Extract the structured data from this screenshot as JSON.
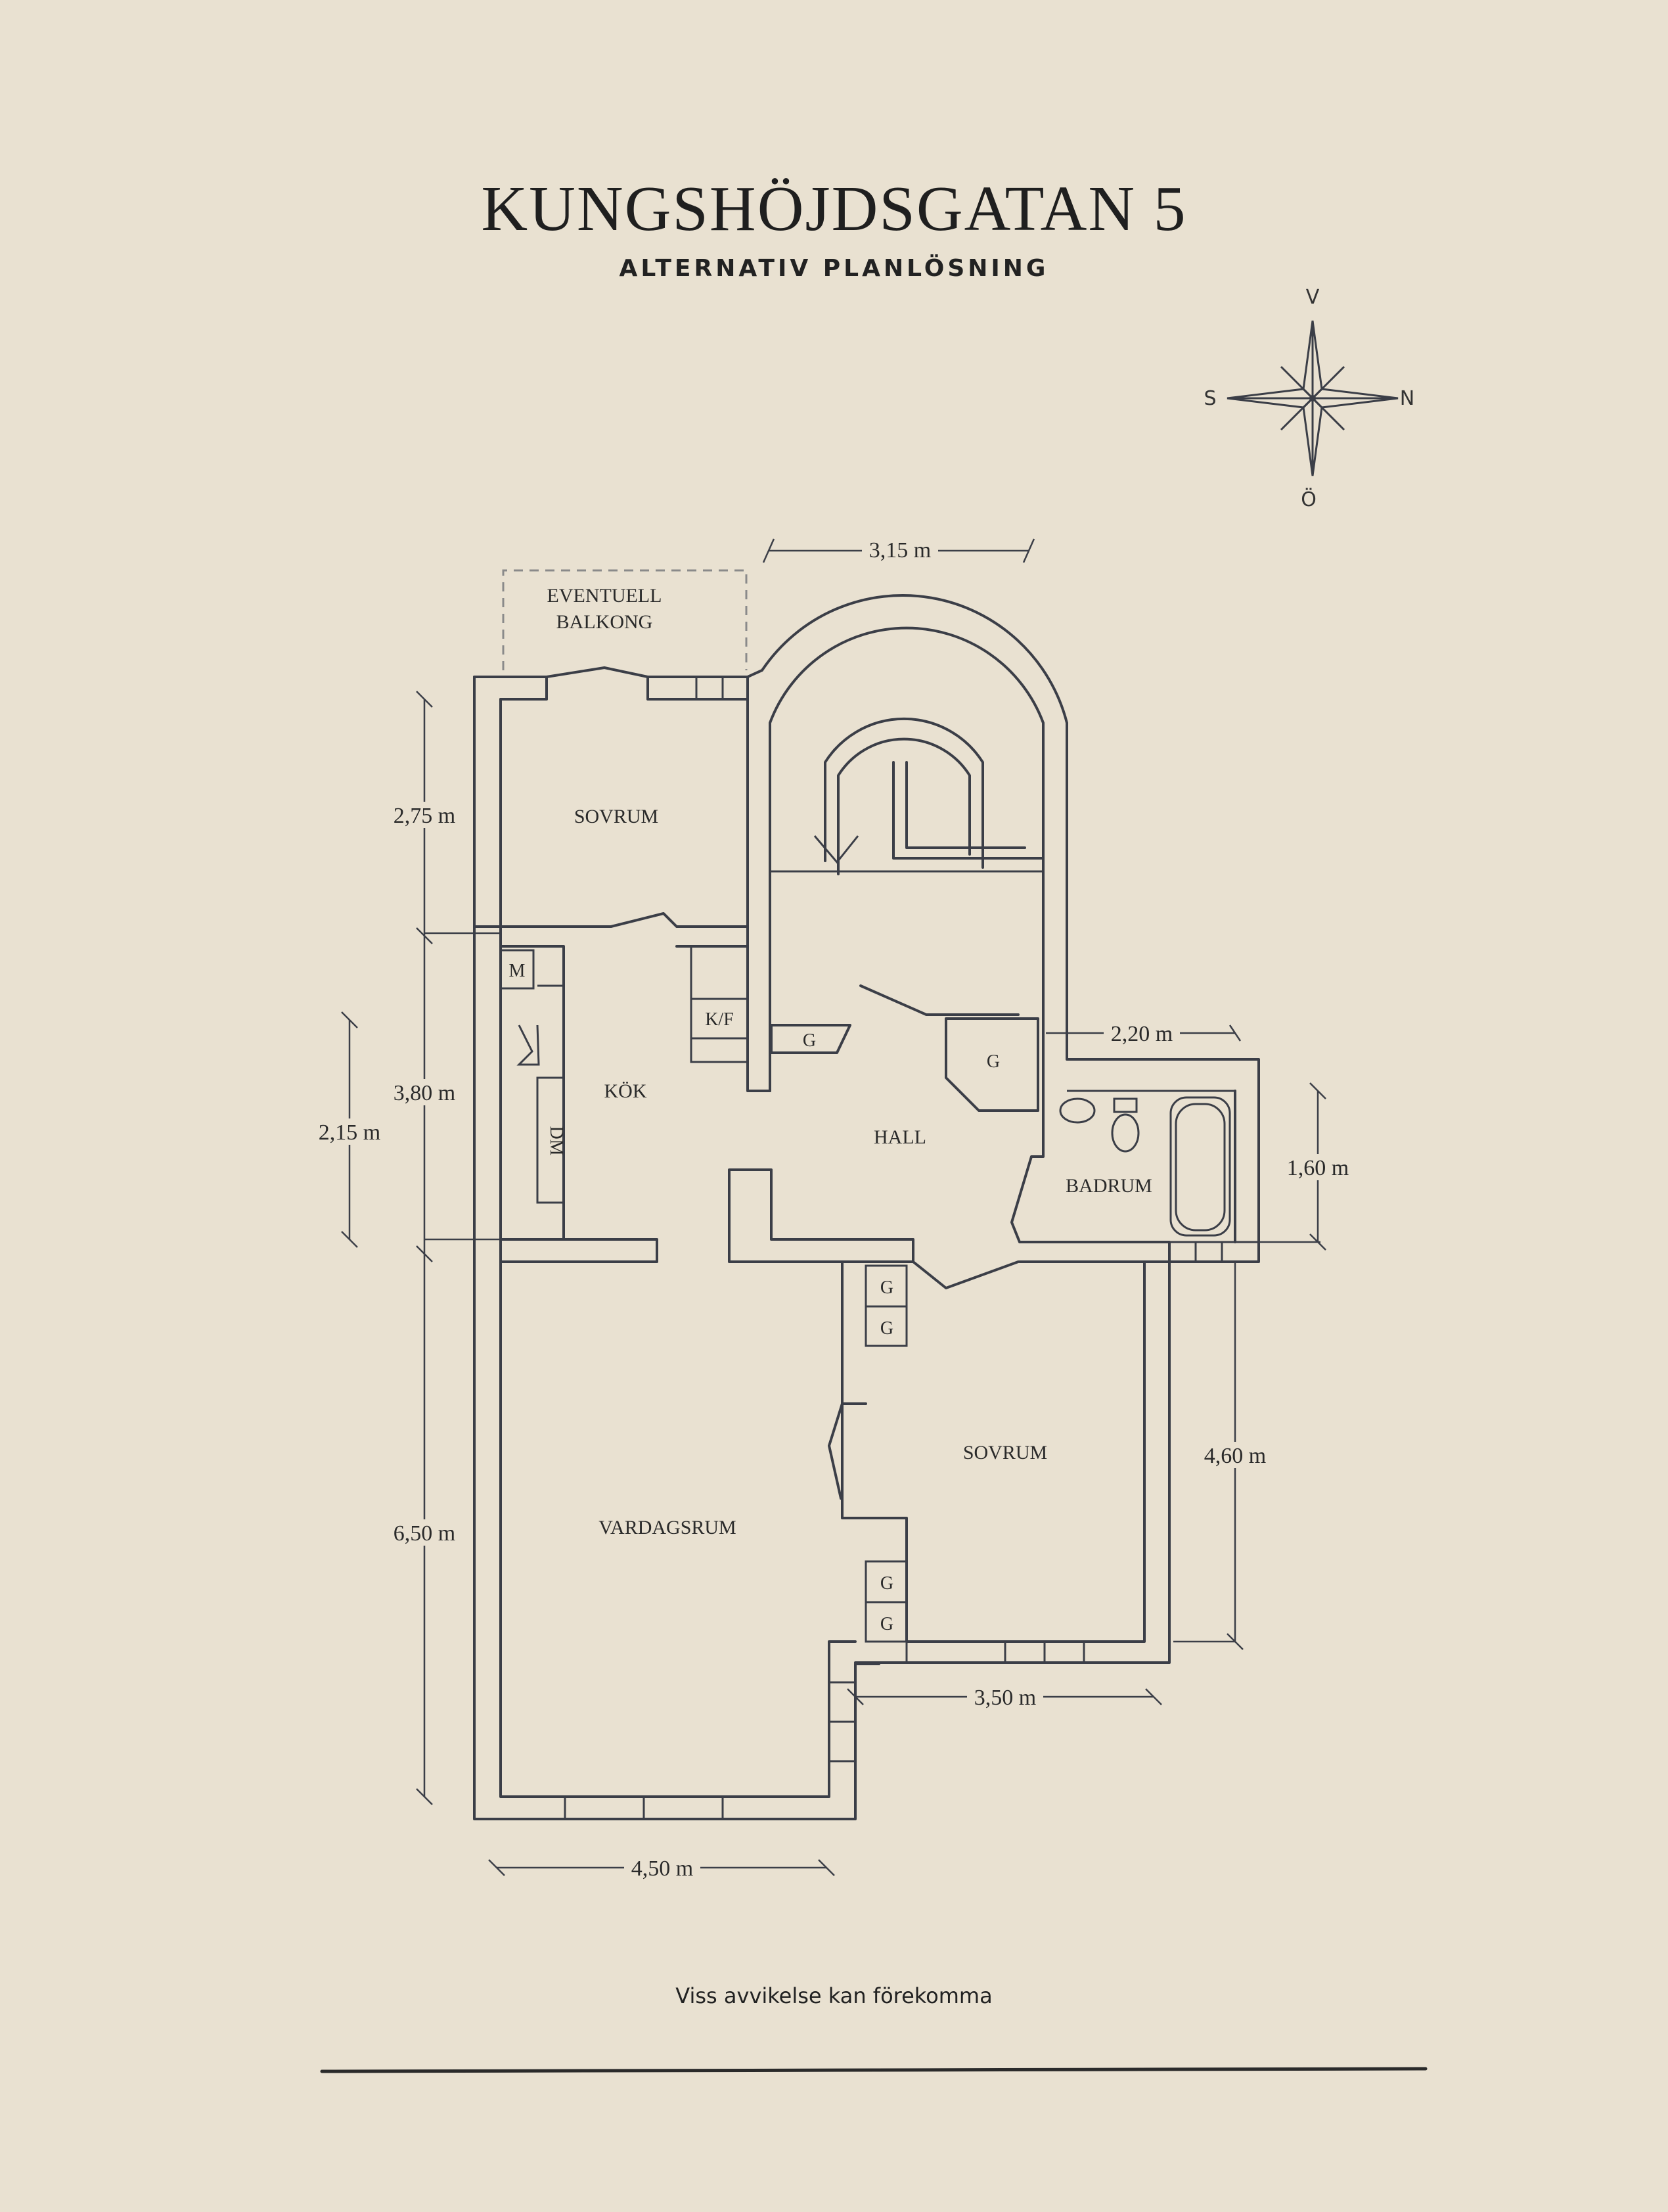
{
  "header": {
    "title": "KUNGSHÖJDSGATAN 5",
    "subtitle": "ALTERNATIV PLANLÖSNING"
  },
  "compass": {
    "top": "V",
    "left": "S",
    "right": "N",
    "bottom": "Ö"
  },
  "rooms": {
    "balcony_line1": "EVENTUELL",
    "balcony_line2": "BALKONG",
    "bedroom_top": "SOVRUM",
    "kitchen": "KÖK",
    "hall": "HALL",
    "bathroom": "BADRUM",
    "bedroom_right": "SOVRUM",
    "living_room": "VARDAGSRUM"
  },
  "fixtures": {
    "m": "M",
    "kf": "K/F",
    "dm": "DM",
    "g": "G"
  },
  "dimensions": {
    "top_width": "3,15 m",
    "bedroom_top_height": "2,75 m",
    "kitchen_height": "3,80 m",
    "kitchen_inner": "2,15 m",
    "bath_width": "2,20 m",
    "bath_height": "1,60 m",
    "bedroom_right_height": "4,60 m",
    "living_height": "6,50 m",
    "bedroom_right_width": "3,50 m",
    "living_width": "4,50 m"
  },
  "footer": {
    "note": "Viss avvikelse kan förekomma"
  }
}
